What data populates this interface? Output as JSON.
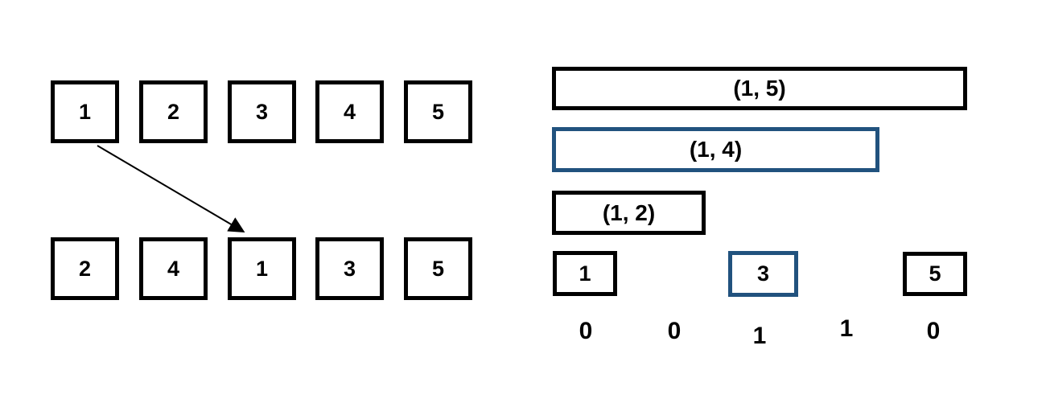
{
  "colors": {
    "outline_black": "#000000",
    "outline_blue": "#21527e",
    "background": "#ffffff"
  },
  "left_panel": {
    "top_row": [
      "1",
      "2",
      "3",
      "4",
      "5"
    ],
    "bottom_row": [
      "2",
      "4",
      "1",
      "3",
      "5"
    ],
    "arrow": {
      "from": "top-row-box-1",
      "to": "bottom-row-box-1-at-position-3"
    }
  },
  "right_panel": {
    "interval_bars": [
      {
        "label": "(1, 5)",
        "accent": "black"
      },
      {
        "label": "(1, 4)",
        "accent": "blue"
      },
      {
        "label": "(1, 2)",
        "accent": "black"
      }
    ],
    "leaf_boxes": [
      {
        "label": "1",
        "accent": "black"
      },
      {
        "label": "3",
        "accent": "blue"
      },
      {
        "label": "5",
        "accent": "black"
      }
    ],
    "bit_row": [
      "0",
      "0",
      "1",
      "1",
      "0"
    ]
  }
}
